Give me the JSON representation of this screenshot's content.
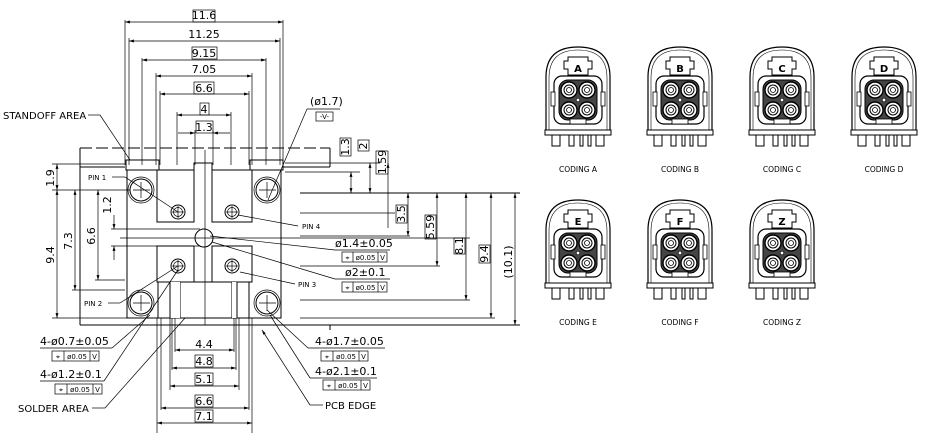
{
  "drawing": {
    "title": "Connector PCB Layout",
    "top_dimensions": [
      "11.6",
      "11.25",
      "9.15",
      "7.05",
      "6.6",
      "4",
      "1.3"
    ],
    "top_dimensions_boxed": [
      true,
      false,
      true,
      false,
      true,
      true,
      true
    ],
    "datum": {
      "diameter": "(ø1.7)",
      "datum_label": "-V-"
    },
    "right_small_dims": [
      "1.3",
      "2",
      "1.59"
    ],
    "right_dims": [
      "3.5",
      "5.59",
      "8.1",
      "9.4",
      "(10.1)"
    ],
    "left_dims": [
      "1.9",
      "9.4",
      "7.3",
      "6.6",
      "1.2"
    ],
    "bottom_dims": [
      "4.4",
      "4.8",
      "5.1",
      "6.6",
      "7.1"
    ],
    "pins": [
      "PIN 1",
      "PIN 2",
      "PIN 3",
      "PIN 4"
    ],
    "callouts": {
      "standoff_area": "STANDOFF AREA",
      "solder_area": "SOLDER AREA",
      "pcb_edge": "PCB EDGE",
      "center_hole_1": "ø1.4±0.05",
      "center_hole_2": "ø2±0.1",
      "hole_07": "4-ø0.7±0.05",
      "hole_12": "4-ø1.2±0.1",
      "hole_17": "4-ø1.7±0.05",
      "hole_21": "4-ø2.1±0.1"
    },
    "tolerance": {
      "symbol": "⌖",
      "value": "ø0.05",
      "datum": "V"
    }
  },
  "codings": [
    {
      "letter": "A",
      "label": "CODING A"
    },
    {
      "letter": "B",
      "label": "CODING B"
    },
    {
      "letter": "C",
      "label": "CODING C"
    },
    {
      "letter": "D",
      "label": "CODING D"
    },
    {
      "letter": "E",
      "label": "CODING E"
    },
    {
      "letter": "F",
      "label": "CODING F"
    },
    {
      "letter": "Z",
      "label": "CODING Z"
    }
  ]
}
